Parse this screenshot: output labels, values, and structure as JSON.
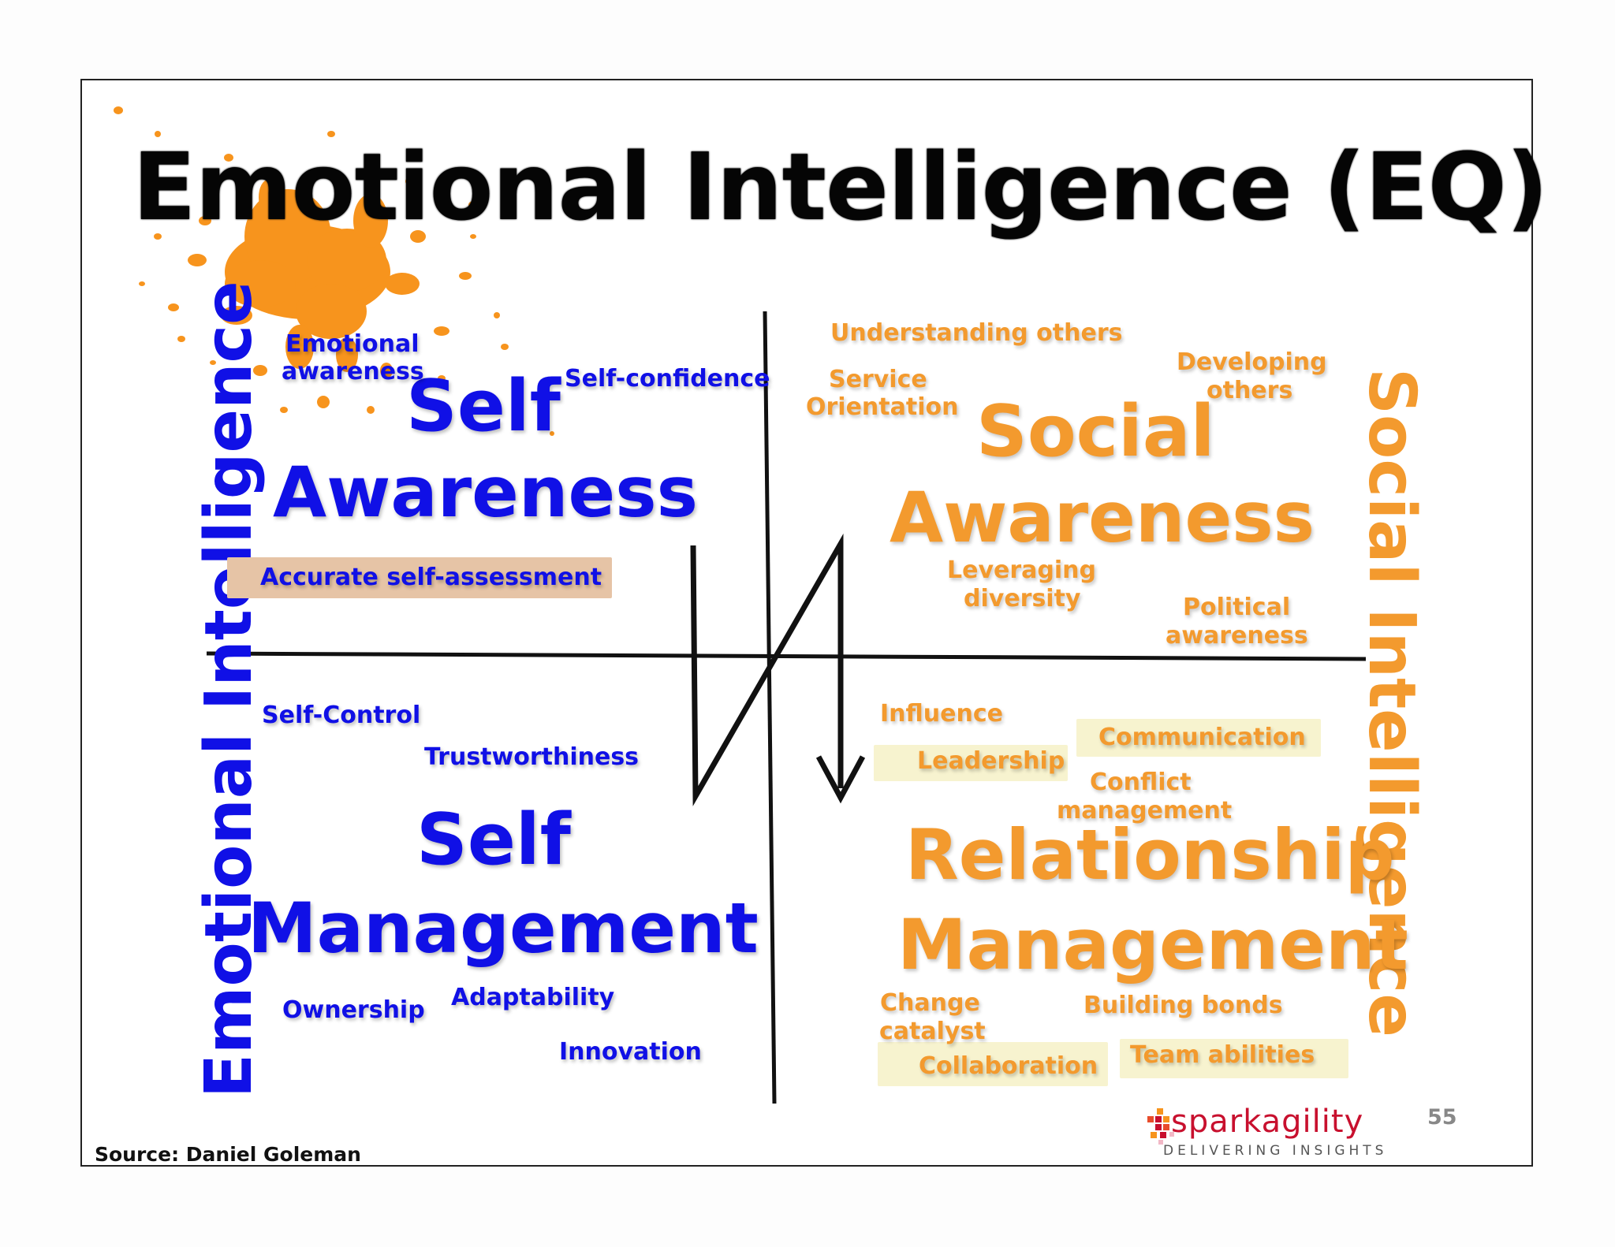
{
  "title": "Emotional Intelligence (EQ)",
  "side_labels": {
    "left": "Emotional Intelligence",
    "right": "Social Intelligence"
  },
  "quadrants": {
    "self_awareness": {
      "heading_line1": "Self",
      "heading_line2": "Awareness",
      "items": [
        "Emotional",
        "awareness",
        "Self-confidence",
        "Accurate self-assessment"
      ]
    },
    "social_awareness": {
      "heading_line1": "Social",
      "heading_line2": "Awareness",
      "items": [
        "Understanding others",
        "Service",
        "Orientation",
        "Developing",
        "others",
        "Leveraging",
        "diversity",
        "Political",
        "awareness"
      ]
    },
    "self_management": {
      "heading_line1": "Self",
      "heading_line2": "Management",
      "items": [
        "Self-Control",
        "Trustworthiness",
        "Ownership",
        "Adaptability",
        "Innovation"
      ]
    },
    "relationship_management": {
      "heading_line1": "Relationship",
      "heading_line2": "Management",
      "items": [
        "Influence",
        "Communication",
        "Leadership",
        "Conflict",
        "management",
        "Change",
        "catalyst",
        "Building bonds",
        "Collaboration",
        "Team abilities"
      ]
    }
  },
  "logo": {
    "name": "sparkagility",
    "tagline": "DELIVERING INSIGHTS"
  },
  "source": "Source: Daniel Goleman",
  "page_number": "55",
  "colors": {
    "self_blue": "#1010e6",
    "social_orange": "#f39a2e",
    "splash_orange": "#f7941d",
    "highlight_tan": "#e8c4a8",
    "highlight_yellow": "#f5f0c8"
  }
}
